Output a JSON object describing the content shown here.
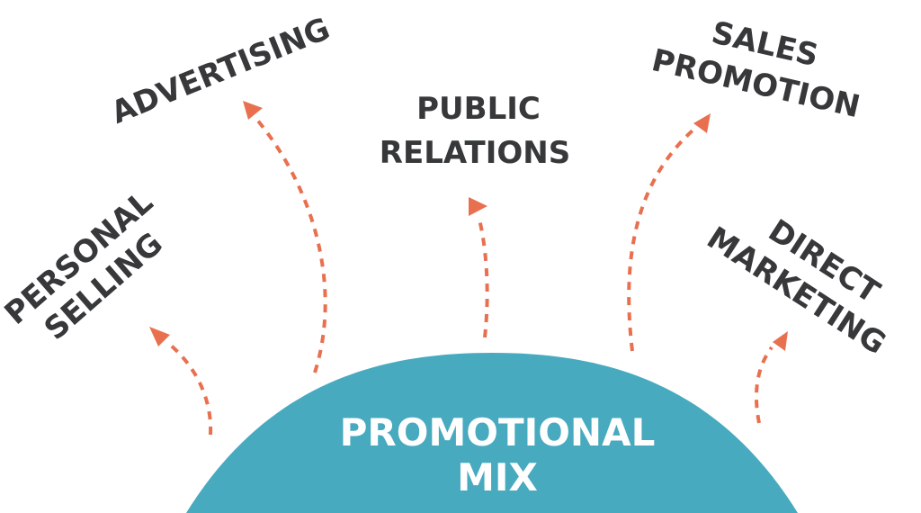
{
  "diagram": {
    "title": "Promotional Mix",
    "colors": {
      "dome": "#47aabf",
      "arrow": "#e8704f",
      "label_text": "#363839",
      "center_text": "#ffffff",
      "background": "#ffffff"
    },
    "center": {
      "line1": "PROMOTIONAL",
      "line2": "MIX"
    },
    "elements": [
      {
        "id": "personal-selling",
        "line1": "PERSONAL",
        "line2": "SELLING"
      },
      {
        "id": "advertising",
        "line1": "ADVERTISING",
        "line2": ""
      },
      {
        "id": "public-relations",
        "line1": "PUBLIC",
        "line2": "RELATIONS"
      },
      {
        "id": "sales-promotion",
        "line1": "SALES",
        "line2": "PROMOTION"
      },
      {
        "id": "direct-marketing",
        "line1": "DIRECT",
        "line2": "MARKETING"
      }
    ]
  }
}
